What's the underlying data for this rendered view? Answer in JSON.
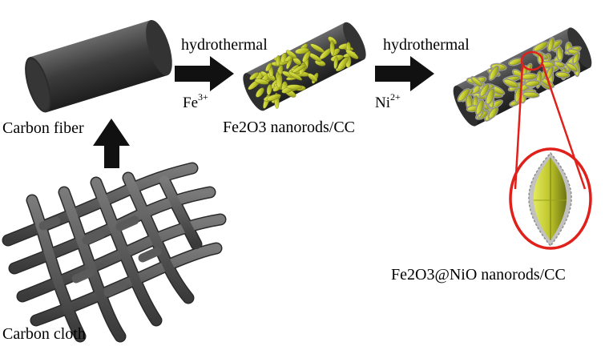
{
  "labels": {
    "carbon_fiber": "Carbon fiber",
    "carbon_cloth": "Carbon cloth",
    "fe2o3_cc": "Fe2O3 nanorods/CC",
    "fe2o3_nio_cc": "Fe2O3@NiO nanorods/CC"
  },
  "steps": [
    {
      "method": "hydrothermal",
      "reagent": "Fe",
      "charge": "3+"
    },
    {
      "method": "hydrothermal",
      "reagent": "Ni",
      "charge": "2+"
    }
  ],
  "colors": {
    "fiber": "#3a3a3a",
    "fiber_light": "#5c5c5c",
    "nanorod": "#c8cf3a",
    "nanorod_dark": "#7d8418",
    "nio_shell": "#b9b9b9",
    "zoom_ring": "#e0201a",
    "arrow": "#111111"
  }
}
